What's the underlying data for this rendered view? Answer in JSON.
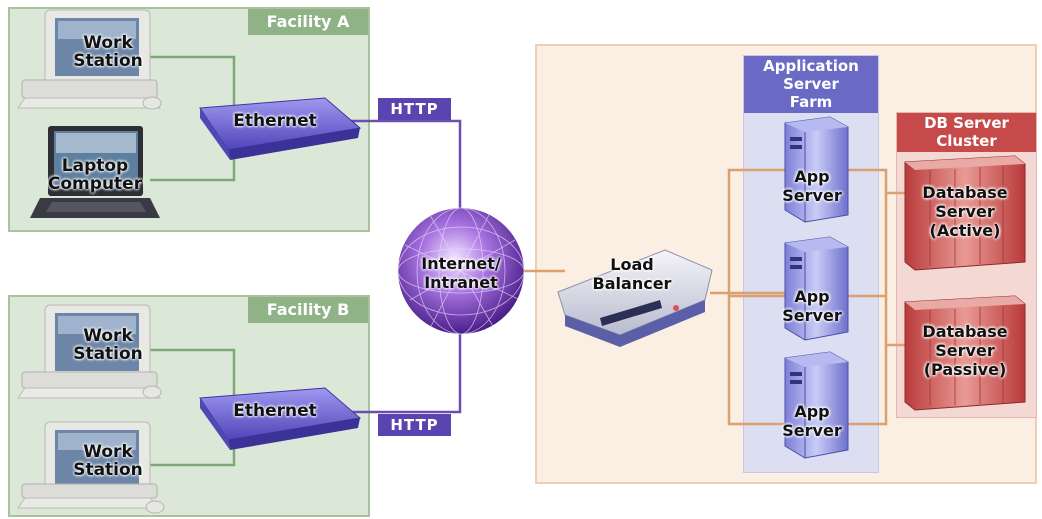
{
  "facility_a": {
    "title": "Facility A",
    "workstation": "Work\nStation",
    "laptop": "Laptop\nComputer",
    "ethernet": "Ethernet"
  },
  "facility_b": {
    "title": "Facility B",
    "workstation_1": "Work\nStation",
    "workstation_2": "Work\nStation",
    "ethernet": "Ethernet"
  },
  "http_top": "HTTP",
  "http_bottom": "HTTP",
  "internet": "Internet/\nIntranet",
  "load_balancer": "Load\nBalancer",
  "app_farm": {
    "title": "Application\nServer\nFarm",
    "servers": [
      "App\nServer",
      "App\nServer",
      "App\nServer"
    ]
  },
  "db_cluster": {
    "title": "DB Server\nCluster",
    "active": "Database\nServer\n(Active)",
    "passive": "Database\nServer\n(Passive)"
  },
  "colors": {
    "facility_bg": "#dbe7d7",
    "facility_title": "#8fb287",
    "http_box": "#5a44b0",
    "network_line_purple": "#6b4fb0",
    "network_line_orange": "#d9a070",
    "panel_bg": "#fbeee2",
    "farm_title": "#6a6ac4",
    "cluster_title": "#c74a4a"
  }
}
